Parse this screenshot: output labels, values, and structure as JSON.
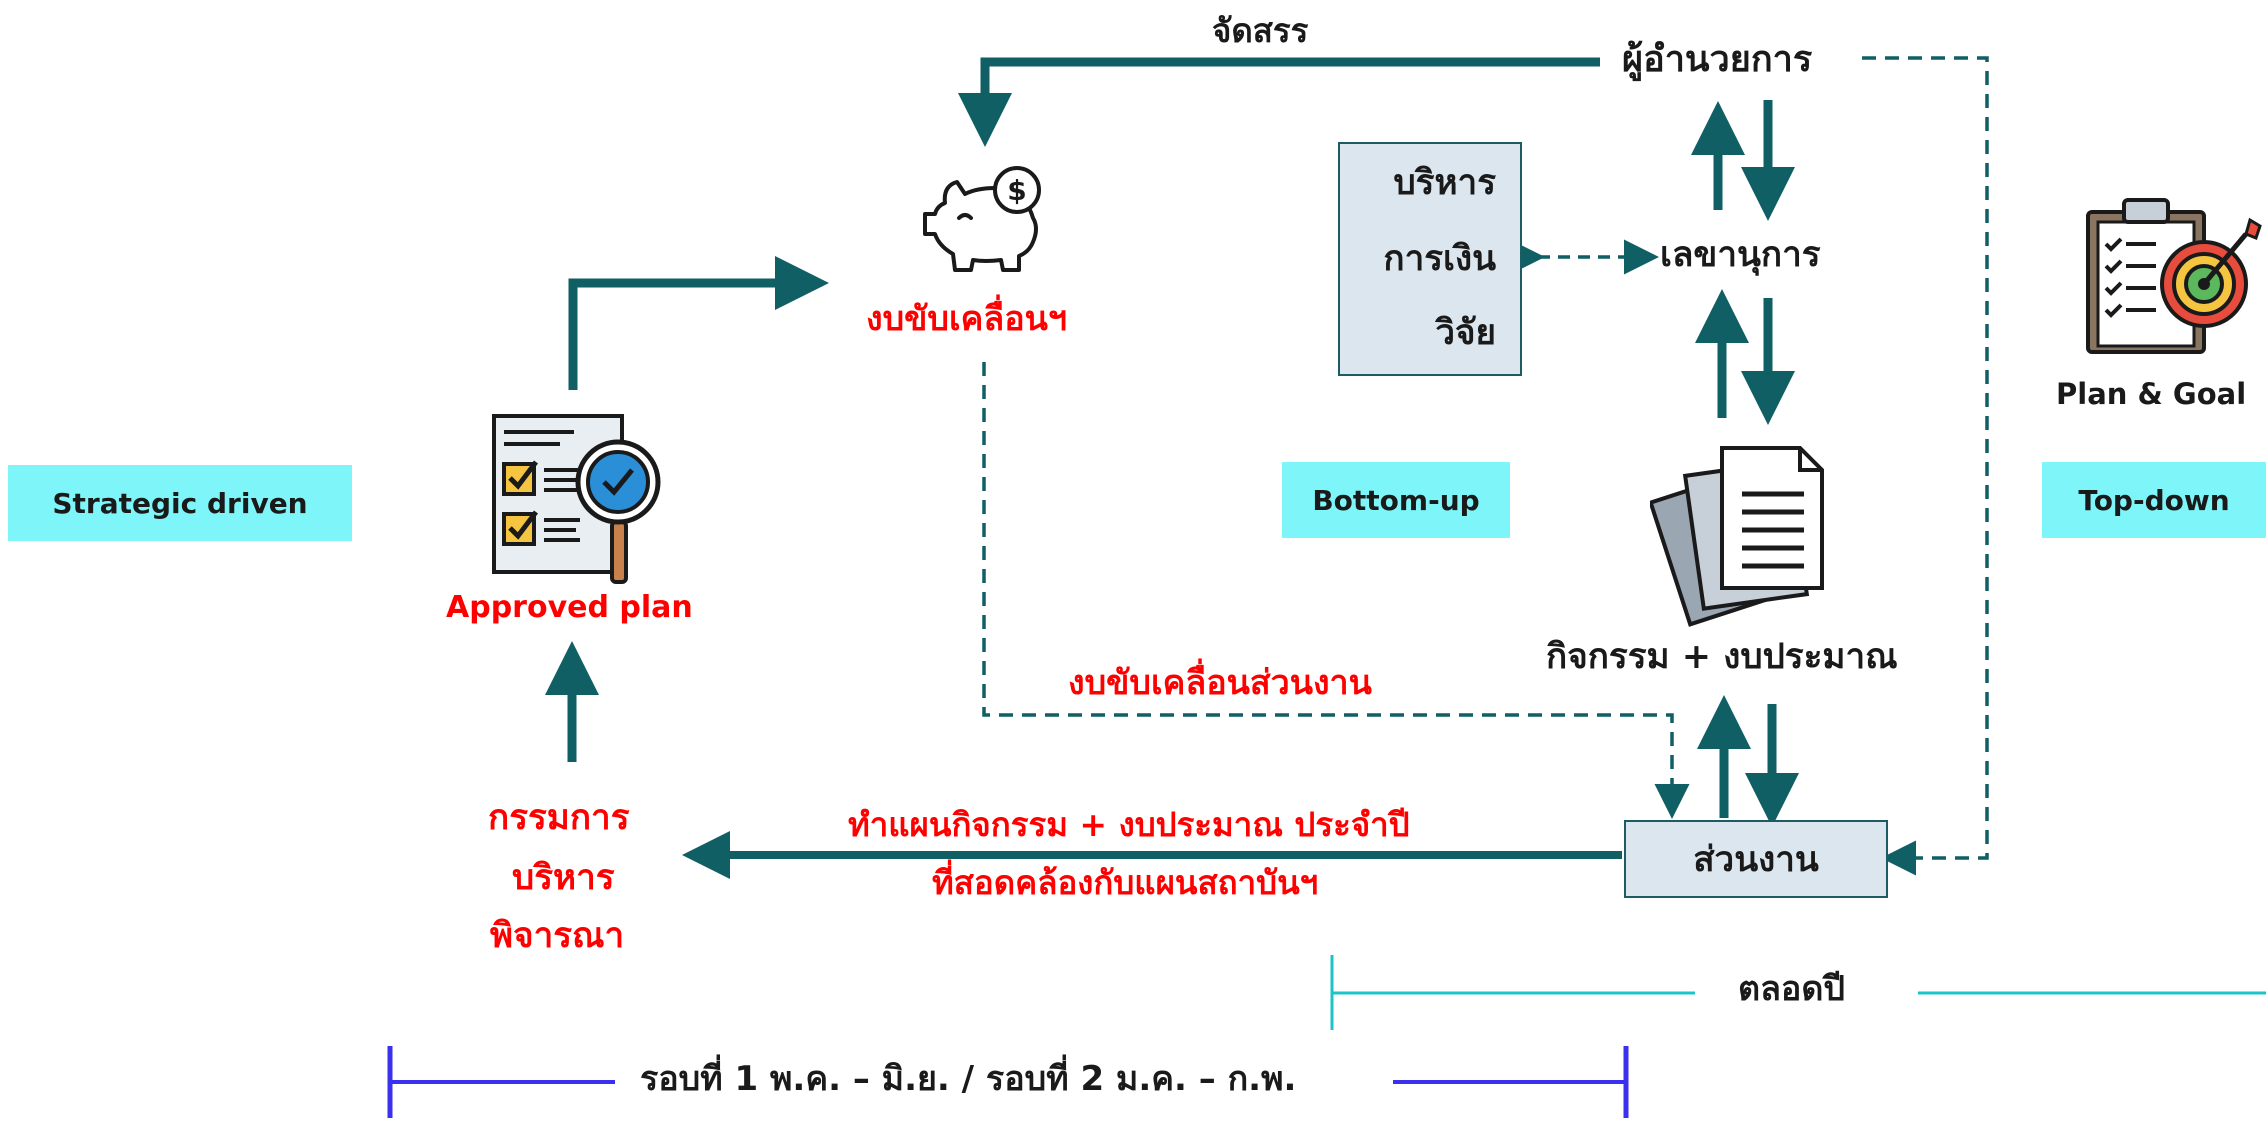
{
  "colors": {
    "arrow": "#0f5f64",
    "red_text": "#ff0000",
    "cyan_label_bg": "#7ef5f9",
    "box_bg": "#dce6ee",
    "blue_timeline": "#3b2ff0",
    "teal_timeline": "#1ec3c8"
  },
  "nodes": {
    "director": "ผู้อำนวยการ",
    "secretary": "เลขานุการ",
    "admin_box": {
      "line1": "บริหาร",
      "line2": "การเงิน",
      "line3": "วิจัย"
    },
    "activities_budget": "กิจกรรม + งบประมาณ",
    "unit": "ส่วนงาน",
    "committee": {
      "line1": "กรรมการ",
      "line2": "บริหาร",
      "line3": "พิจารณา"
    },
    "approved_plan": "Approved plan",
    "strategic_budget": "งบขับเคลื่อนฯ",
    "plan_goal": "Plan & Goal"
  },
  "labels": {
    "allocate": "จัดสรร",
    "unit_budget": "งบขับเคลื่อนส่วนงาน",
    "make_plan_line1": "ทำแผนกิจกรรม + งบประมาณ ประจำปี",
    "make_plan_line2": "ที่สอดคล้องกับแผนสถาบันฯ"
  },
  "tags": {
    "strategic": "Strategic driven",
    "bottom_up": "Bottom-up",
    "top_down": "Top-down"
  },
  "timelines": {
    "rounds": "รอบที่ 1 พ.ค. – มิ.ย. / รอบที่ 2 ม.ค. – ก.พ.",
    "all_year": "ตลอดปี"
  },
  "icons": {
    "piggy_bank": "piggy-bank-icon",
    "checklist_search": "checklist-magnifier-icon",
    "documents": "documents-stack-icon",
    "clipboard_target": "clipboard-target-icon"
  }
}
